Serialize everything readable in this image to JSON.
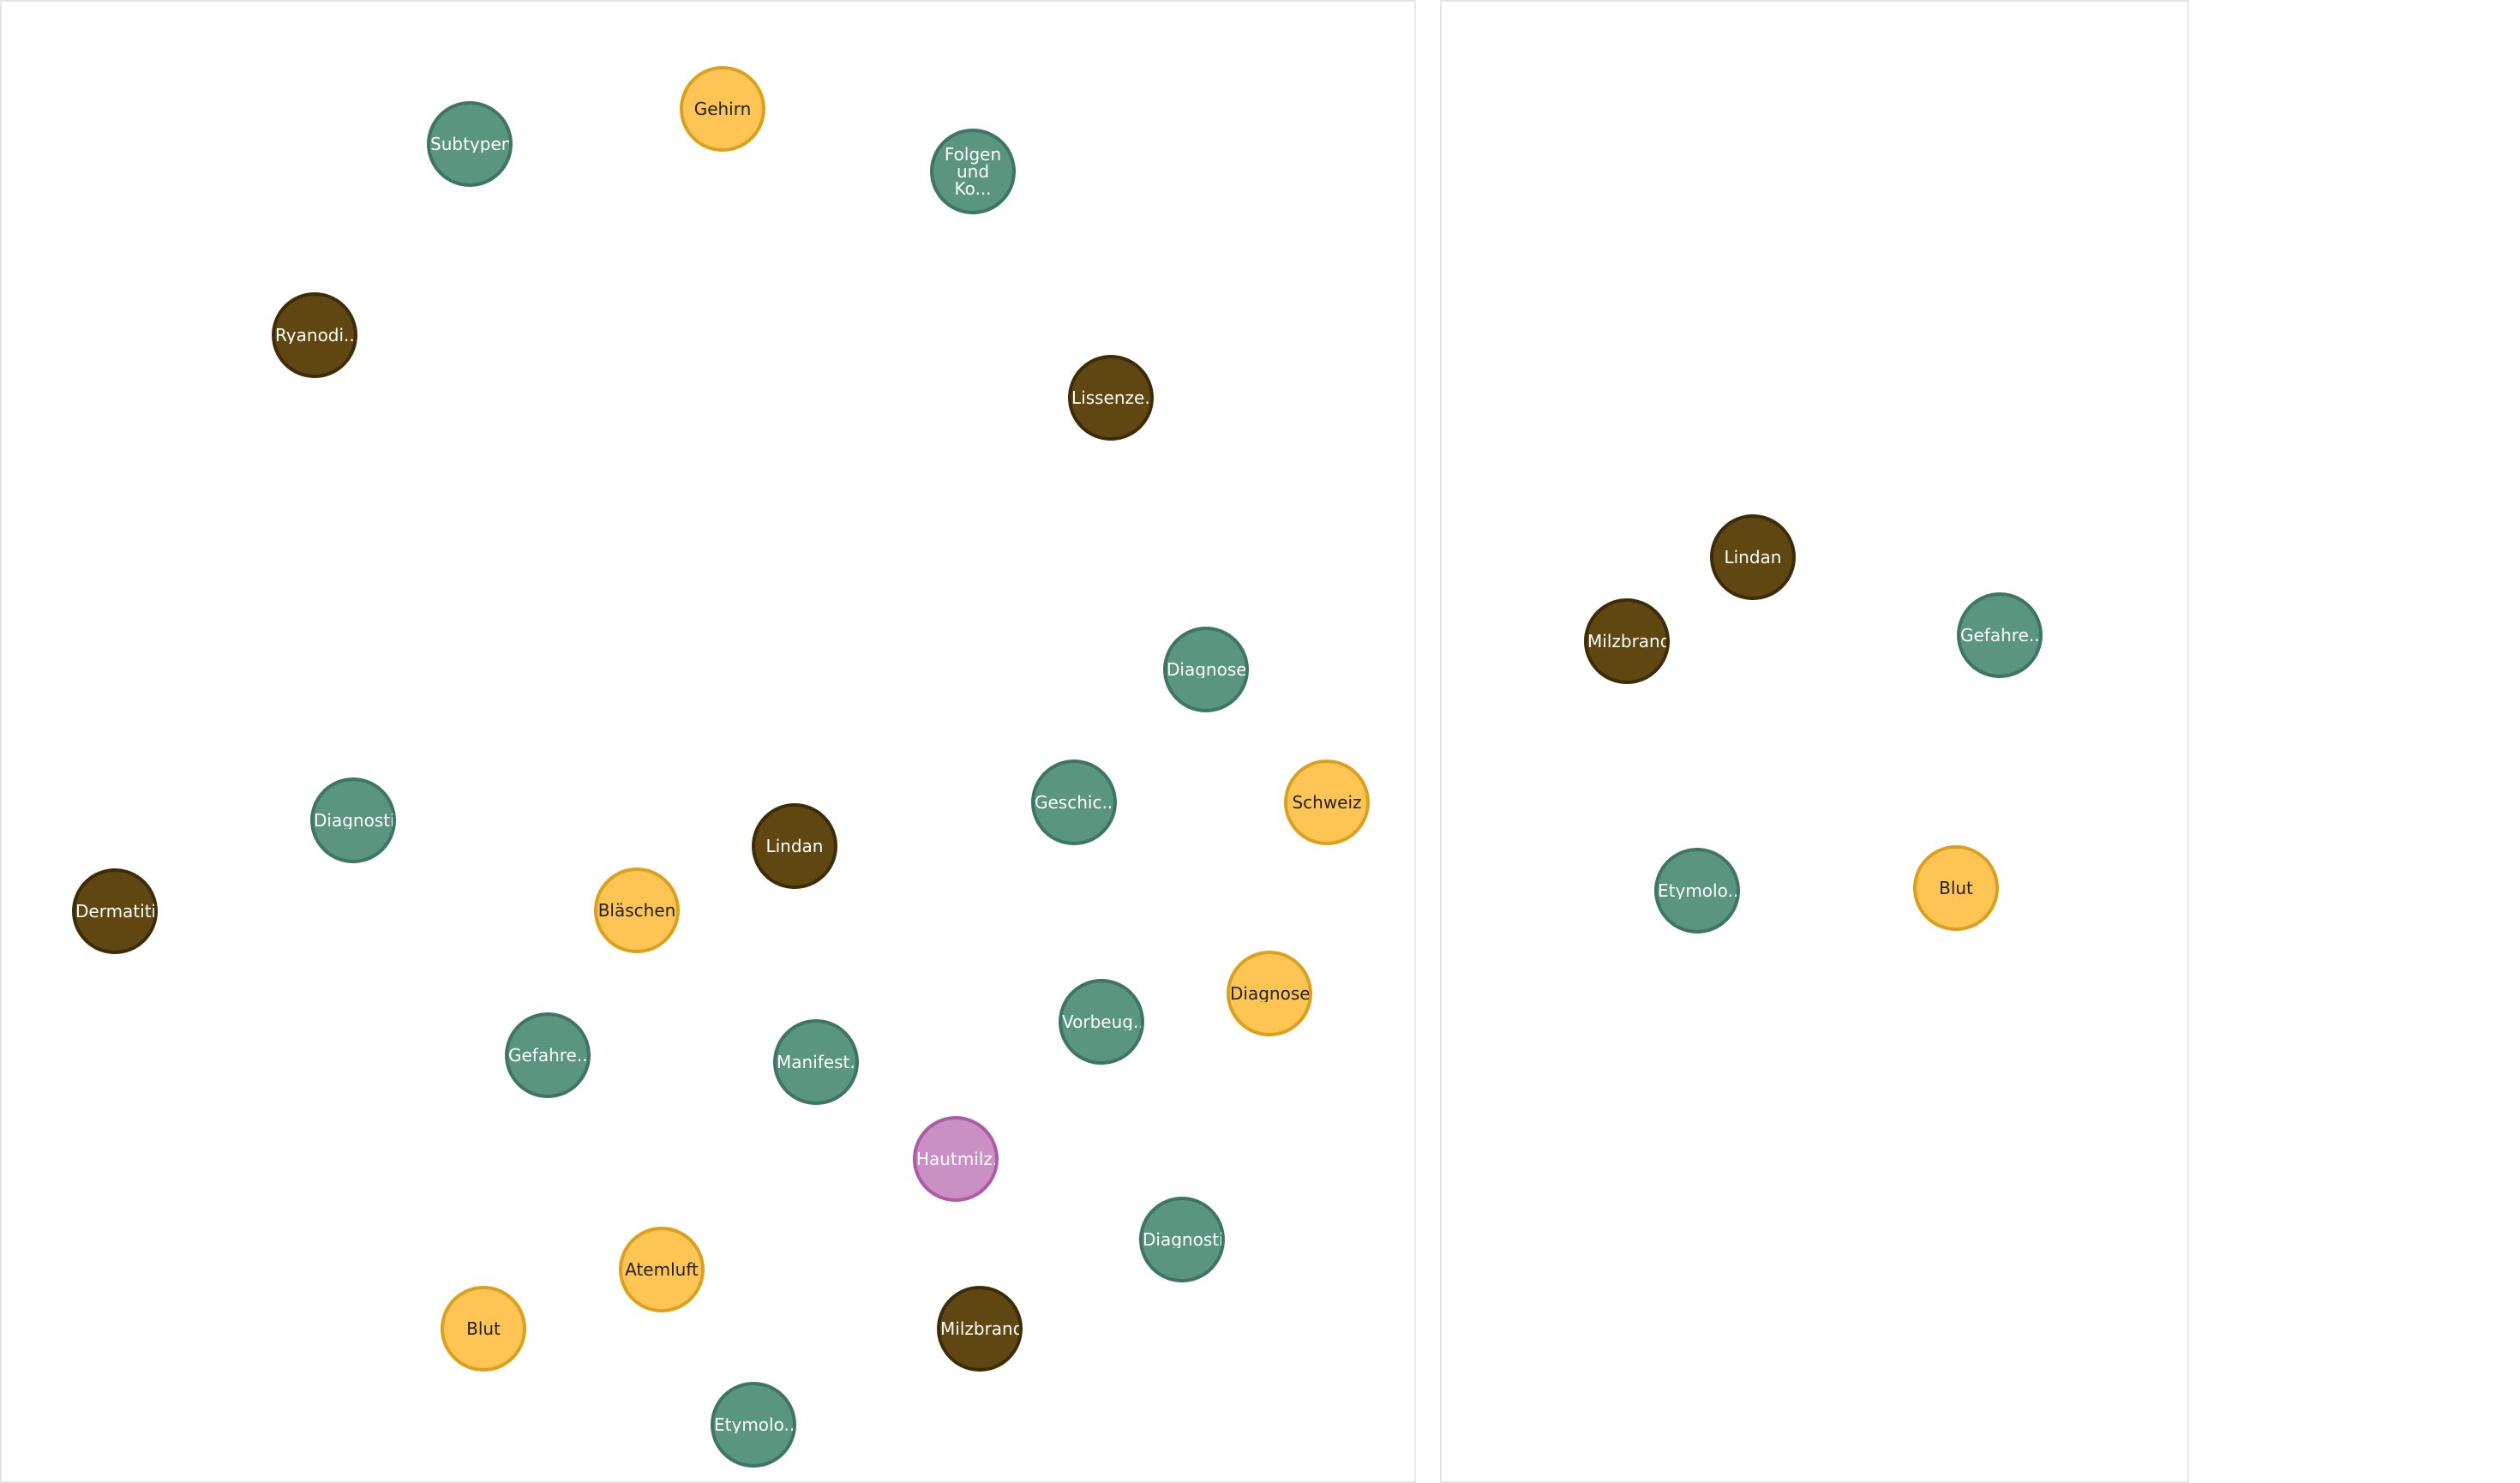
{
  "panels": [
    {
      "id": "left",
      "nodes": [
        {
          "label": "Subtypen",
          "group": "teal"
        },
        {
          "label": "Gehirn",
          "group": "gold"
        },
        {
          "label": "Folgen\nund\nKo...",
          "group": "teal"
        },
        {
          "label": "Ryanodi...",
          "group": "brown"
        },
        {
          "label": "Lissenze...",
          "group": "brown"
        },
        {
          "label": "Diagnose",
          "group": "teal"
        },
        {
          "label": "Diagnostik",
          "group": "teal"
        },
        {
          "label": "Geschic...",
          "group": "teal"
        },
        {
          "label": "Schweiz",
          "group": "gold"
        },
        {
          "label": "Lindan",
          "group": "brown"
        },
        {
          "label": "Dermatitis",
          "group": "brown"
        },
        {
          "label": "Bläschen",
          "group": "gold"
        },
        {
          "label": "Diagnose",
          "group": "gold"
        },
        {
          "label": "Vorbeug...",
          "group": "teal"
        },
        {
          "label": "Gefahre...",
          "group": "teal"
        },
        {
          "label": "Manifest...",
          "group": "teal"
        },
        {
          "label": "Hautmilz...",
          "group": "pink"
        },
        {
          "label": "Diagnostik",
          "group": "teal"
        },
        {
          "label": "Atemluft",
          "group": "gold"
        },
        {
          "label": "Blut",
          "group": "gold"
        },
        {
          "label": "Milzbrand",
          "group": "brown"
        },
        {
          "label": "Etymolo...",
          "group": "teal"
        }
      ]
    },
    {
      "id": "right",
      "nodes": [
        {
          "label": "Lindan",
          "group": "brown"
        },
        {
          "label": "Milzbrand",
          "group": "brown"
        },
        {
          "label": "Gefahre...",
          "group": "teal"
        },
        {
          "label": "Etymolo...",
          "group": "teal"
        },
        {
          "label": "Blut",
          "group": "gold"
        }
      ]
    }
  ],
  "colors": {
    "teal": "#5a9580",
    "brown": "#604712",
    "gold": "#ffc554",
    "pink": "#ca90c4"
  }
}
